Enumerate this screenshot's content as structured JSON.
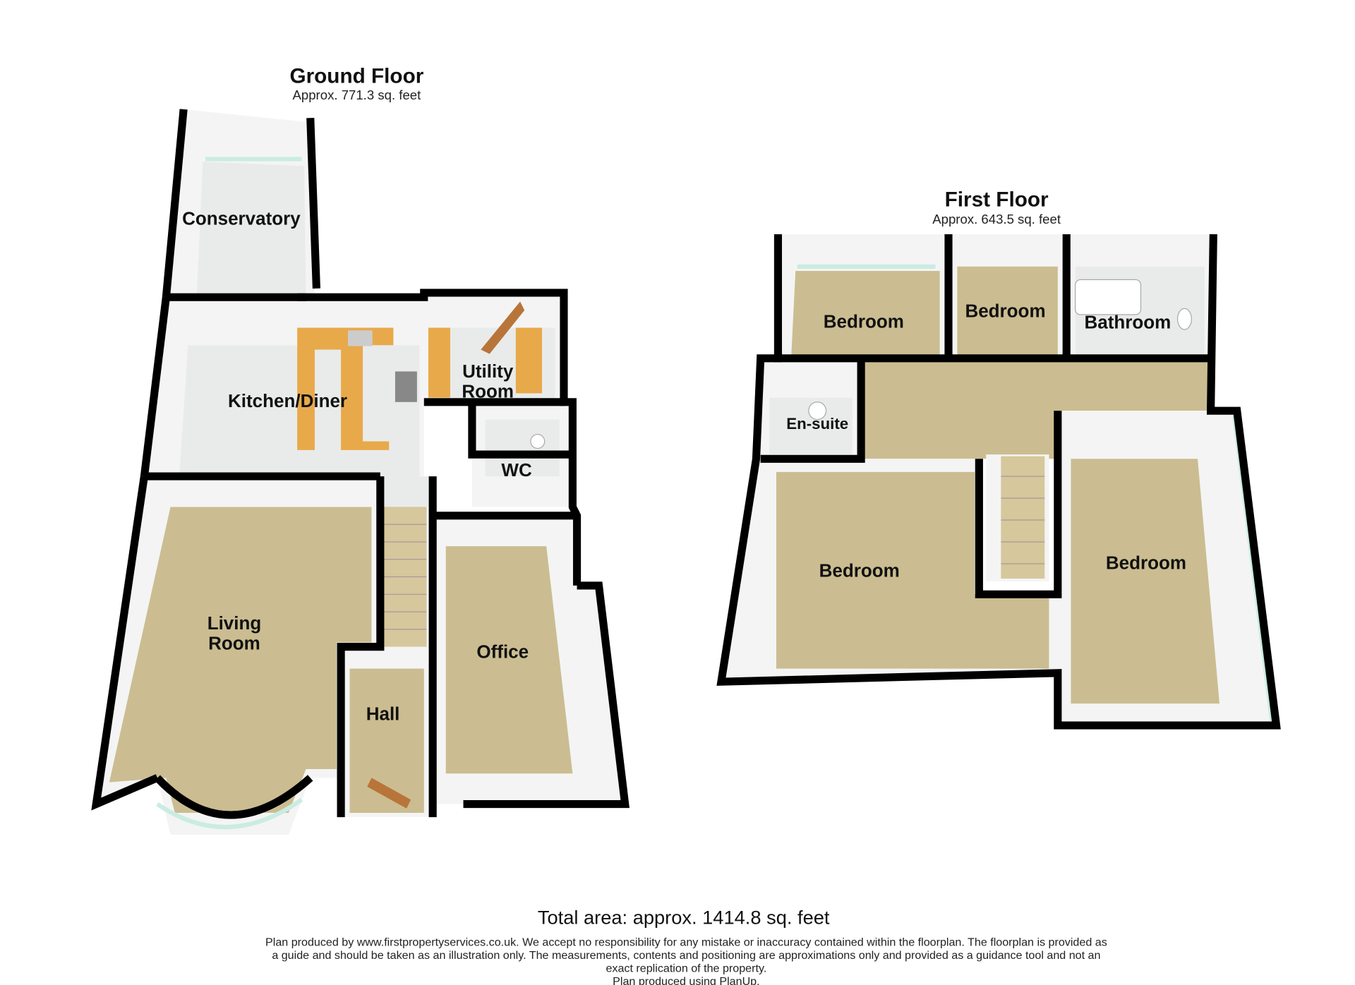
{
  "ground_floor": {
    "title": "Ground Floor",
    "area": "Approx. 771.3 sq. feet",
    "rooms": [
      "Conservatory",
      "Kitchen/Diner",
      "Utility",
      "Room",
      "WC",
      "Living",
      "Room",
      "Office",
      "Hall"
    ]
  },
  "first_floor": {
    "title": "First Floor",
    "area": "Approx. 643.5 sq. feet",
    "rooms": [
      "Bedroom",
      "Bedroom",
      "Bathroom",
      "En-suite",
      "Bedroom",
      "Bedroom"
    ]
  },
  "footer": {
    "total": "Total area: approx. 1414.8 sq. feet",
    "disclaimer": [
      "Plan produced by www.firstpropertyservices.co.uk. We accept no responsibility for any mistake or inaccuracy contained within the floorplan. The floorplan is provided as",
      "a guide and should be taken as an illustration only. The measurements, contents and positioning are approximations only and provided as a guidance tool and not an",
      "exact replication of the property.",
      "Plan produced using PlanUp."
    ]
  },
  "colors": {
    "carpet": "#cbbd91",
    "tile": "#e9ebea",
    "wall": "#000000",
    "worktop": "#e8a94a"
  }
}
